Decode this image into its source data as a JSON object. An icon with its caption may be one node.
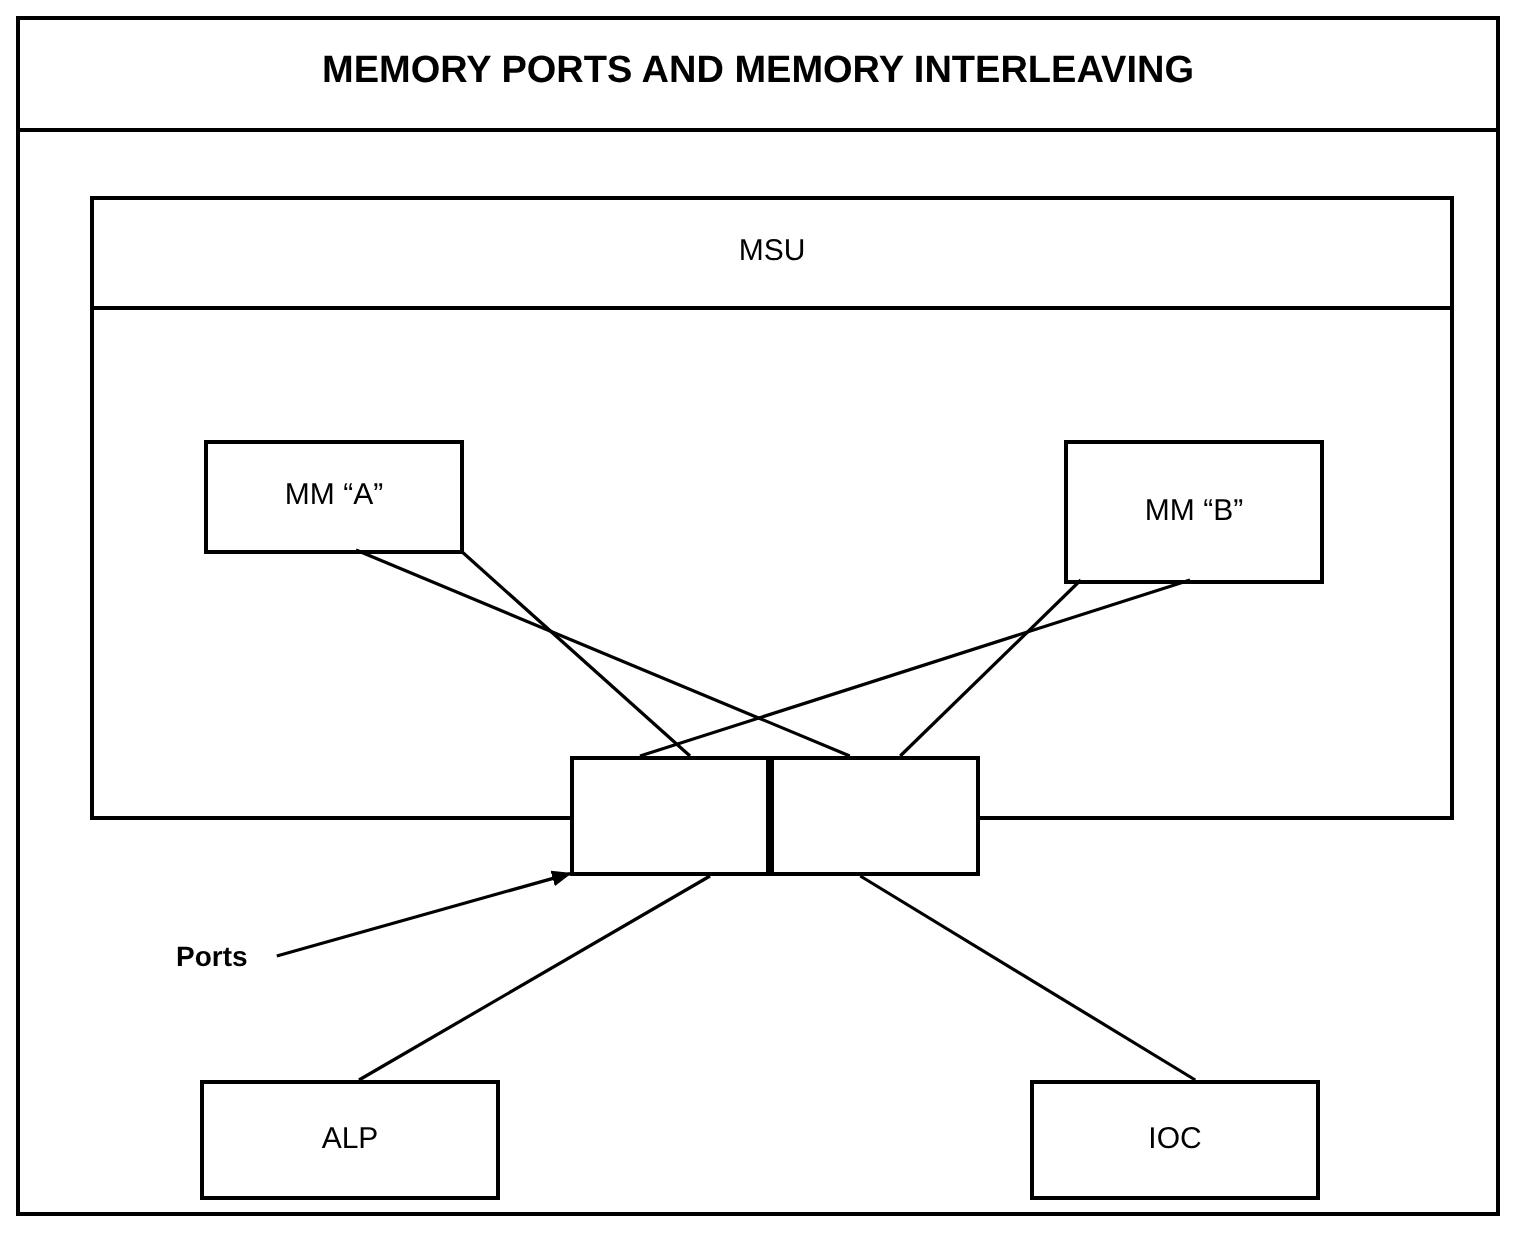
{
  "diagram": {
    "title": "MEMORY PORTS AND MEMORY INTERLEAVING",
    "nodes": [
      {
        "text": [
          "MSU"
        ]
      },
      {
        "text": [
          "MM “A”"
        ],
        "in": 0
      },
      {
        "text": [
          "MM “B”"
        ],
        "in": 0
      },
      {
        "text": [],
        "shape": "box"
      },
      {
        "text": [],
        "shape": "box"
      },
      {
        "text": [
          "Ports"
        ]
      },
      {
        "text": [
          "ALP"
        ]
      },
      {
        "text": [
          "IOC"
        ]
      }
    ],
    "edges": [
      {
        "from": 1,
        "to": 3,
        "arrow": "none"
      },
      {
        "from": 1,
        "to": 4,
        "arrow": "none"
      },
      {
        "from": 2,
        "to": 3,
        "arrow": "none"
      },
      {
        "from": 2,
        "to": 4,
        "arrow": "none"
      },
      {
        "from": 3,
        "to": 6,
        "arrow": "none"
      },
      {
        "from": 4,
        "to": 7,
        "arrow": "none"
      },
      {
        "from": 5,
        "to": 3,
        "arrow": "to"
      }
    ]
  }
}
